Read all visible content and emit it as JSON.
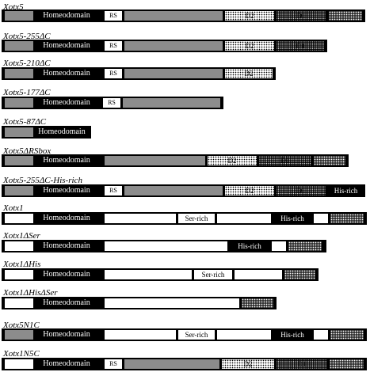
{
  "labels": {
    "homeodomain": "Homeodomain",
    "rs": "RS",
    "d2": "D2",
    "d1": "D1",
    "ser_rich": "Ser-rich",
    "his_rich": "His-rich"
  },
  "constructs": [
    {
      "name": "Xotx5"
    },
    {
      "name": "Xotx5-255ΔC"
    },
    {
      "name": "Xotx5-210ΔC"
    },
    {
      "name": "Xotx5-177ΔC"
    },
    {
      "name": "Xotx5-87ΔC"
    },
    {
      "name": "Xotx5ΔRSbox"
    },
    {
      "name": "Xotx5-255ΔC-His-rich"
    },
    {
      "name": "Xotx1"
    },
    {
      "name": "Xotx1ΔSer"
    },
    {
      "name": "Xotx1ΔHis"
    },
    {
      "name": "Xotx1ΔHisΔSer"
    },
    {
      "name": "Xotx5N1C"
    },
    {
      "name": "Xotx1N5C"
    }
  ]
}
